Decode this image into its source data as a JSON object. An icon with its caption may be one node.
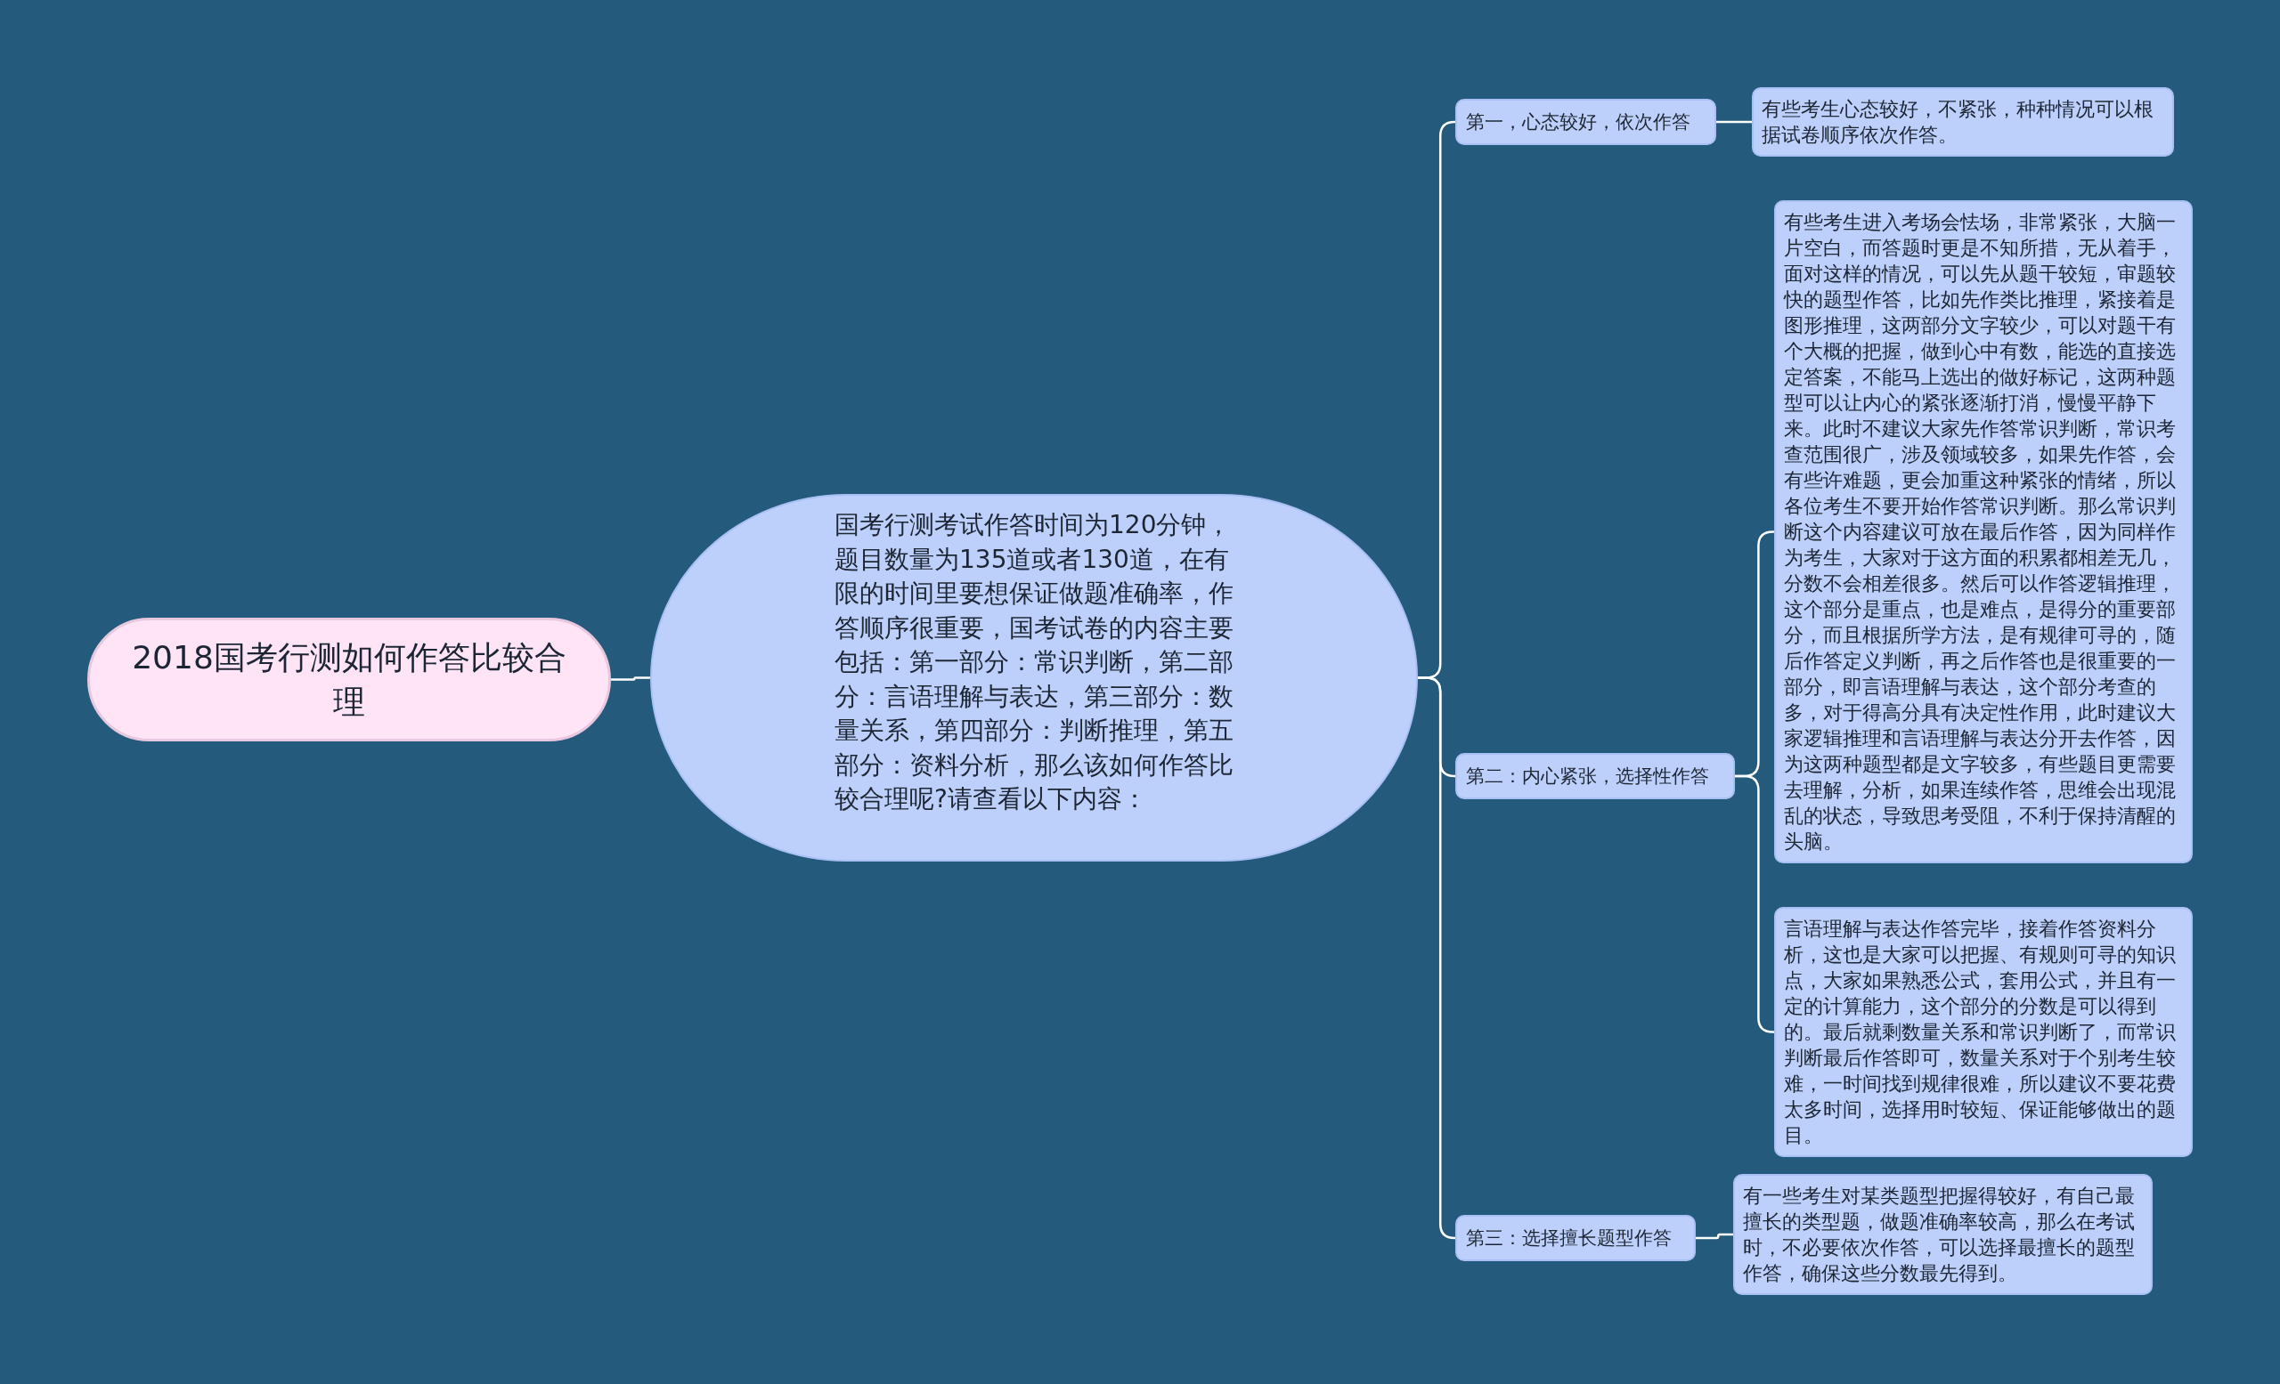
{
  "diagram": {
    "nodes": [
      {
        "text": [
          "2018国考行测如何作答比较合理"
        ]
      },
      {
        "text": [
          "国考行测考试作答时间为120分钟，题目数量为135道或者130道，在有限的时间里要想保证做题准确率，作答顺序很重要，国考试卷的内容主要包括：第一部分：常识判断，第二部分：言语理解与表达，第三部分：数量关系，第四部分：判断推理，第五部分：资料分析，那么该如何作答比较合理呢?请查看以下内容："
        ]
      },
      {
        "text": [
          "第一，心态较好，依次作答"
        ]
      },
      {
        "text": [
          "有些考生心态较好，不紧张，种种情况可以根据试卷顺序依次作答。"
        ]
      },
      {
        "text": [
          "第二：内心紧张，选择性作答"
        ]
      },
      {
        "text": [
          "有些考生进入考场会怯场，非常紧张，大脑一片空白，而答题时更是不知所措，无从着手，面对这样的情况，可以先从题干较短，审题较快的题型作答，比如先作类比推理，紧接着是图形推理，这两部分文字较少，可以对题干有个大概的把握，做到心中有数，能选的直接选定答案，不能马上选出的做好标记，这两种题型可以让内心的紧张逐渐打消，慢慢平静下来。此时不建议大家先作答常识判断，常识考查范围很广，涉及领域较多，如果先作答，会有些许难题，更会加重这种紧张的情绪，所以各位考生不要开始作答常识判断。那么常识判断这个内容建议可放在最后作答，因为同样作为考生，大家对于这方面的积累都相差无几，分数不会相差很多。然后可以作答逻辑推理，这个部分是重点，也是难点，是得分的重要部分，而且根据所学方法，是有规律可寻的，随后作答定义判断，再之后作答也是很重要的一部分，即言语理解与表达，这个部分考查的多，对于得高分具有决定性作用，此时建议大家逻辑推理和言语理解与表达分开去作答，因为这两种题型都是文字较多，有些题目更需要去理解，分析，如果连续作答，思维会出现混乱的状态，导致思考受阻，不利于保持清醒的头脑。"
        ]
      },
      {
        "text": [
          "言语理解与表达作答完毕，接着作答资料分析，这也是大家可以把握、有规则可寻的知识点，大家如果熟悉公式，套用公式，并且有一定的计算能力，这个部分的分数是可以得到的。最后就剩数量关系和常识判断了，而常识判断最后作答即可，数量关系对于个别考生较难，一时间找到规律很难，所以建议不要花费太多时间，选择用时较短、保证能够做出的题目。"
        ]
      },
      {
        "text": [
          "第三：选择擅长题型作答"
        ]
      },
      {
        "text": [
          "有一些考生对某类题型把握得较好，有自己最擅长的类型题，做题准确率较高，那么在考试时，不必要依次作答，可以选择最擅长的题型作答，确保这些分数最先得到。"
        ]
      }
    ],
    "edges": [
      {
        "from": 0,
        "to": 1,
        "arrow": "none"
      },
      {
        "from": 1,
        "to": 2,
        "arrow": "none"
      },
      {
        "from": 1,
        "to": 4,
        "arrow": "none"
      },
      {
        "from": 1,
        "to": 7,
        "arrow": "none"
      },
      {
        "from": 2,
        "to": 3,
        "arrow": "none"
      },
      {
        "from": 4,
        "to": 5,
        "arrow": "none"
      },
      {
        "from": 4,
        "to": 6,
        "arrow": "none"
      },
      {
        "from": 7,
        "to": 8,
        "arrow": "none"
      }
    ]
  }
}
